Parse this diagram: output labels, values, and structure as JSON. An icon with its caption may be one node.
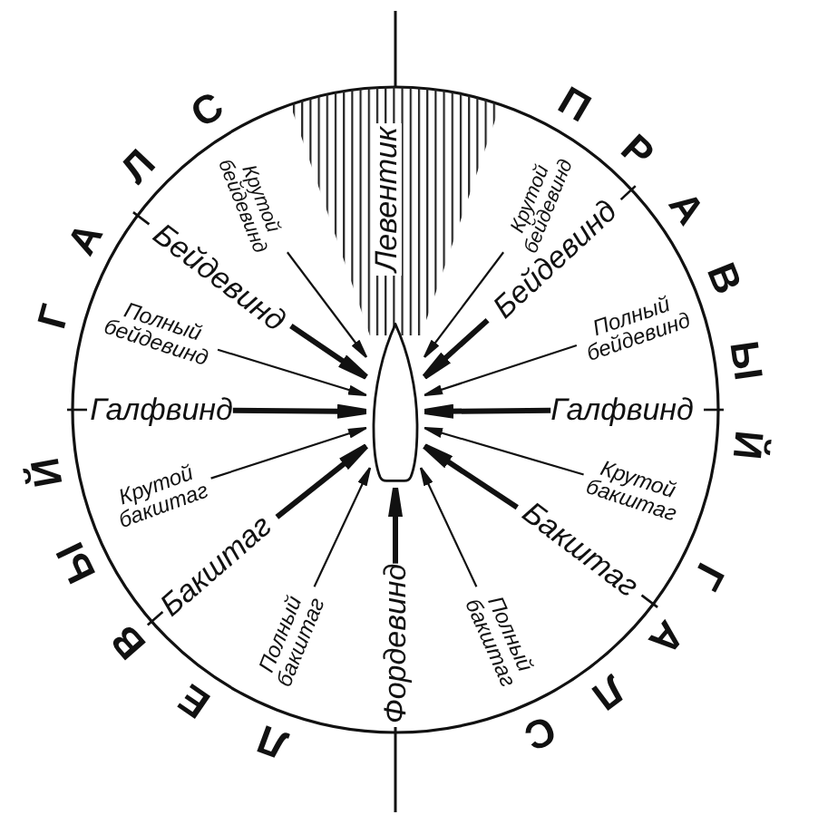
{
  "diagram": {
    "nodes": [
      {
        "text": [
          "Левентик"
        ]
      },
      {
        "text": [
          "Крутой бейдевинд"
        ]
      },
      {
        "text": [
          "Крутой бейдевинд"
        ]
      },
      {
        "text": [
          "Бейдевинд"
        ]
      },
      {
        "text": [
          "Бейдевинд"
        ]
      },
      {
        "text": [
          "Полный бейдевинд"
        ]
      },
      {
        "text": [
          "Полный бейдевинд"
        ]
      },
      {
        "text": [
          "Галфвинд"
        ]
      },
      {
        "text": [],
        "shape": "boat"
      },
      {
        "text": [
          "Галфвинд"
        ]
      },
      {
        "text": [
          "Крутой бакштаг"
        ]
      },
      {
        "text": [
          "Крутой бакштаг"
        ]
      },
      {
        "text": [
          "Бакштаг"
        ]
      },
      {
        "text": [
          "Бакштаг"
        ]
      },
      {
        "text": [
          "Полный бакштаг"
        ]
      },
      {
        "text": [
          "Фордевинд"
        ]
      },
      {
        "text": [
          "Полный бакштаг"
        ]
      }
    ],
    "edges": [
      {
        "from": 1,
        "to": 8,
        "arrow": "to"
      },
      {
        "from": 2,
        "to": 8,
        "arrow": "to"
      },
      {
        "from": 3,
        "to": 8,
        "arrow": "to",
        "style": "thick"
      },
      {
        "from": 4,
        "to": 8,
        "arrow": "to",
        "style": "thick"
      },
      {
        "from": 5,
        "to": 8,
        "arrow": "to"
      },
      {
        "from": 6,
        "to": 8,
        "arrow": "to"
      },
      {
        "from": 7,
        "to": 8,
        "arrow": "to",
        "style": "thick"
      },
      {
        "from": 9,
        "to": 8,
        "arrow": "to",
        "style": "thick"
      },
      {
        "from": 10,
        "to": 8,
        "arrow": "to"
      },
      {
        "from": 11,
        "to": 8,
        "arrow": "to"
      },
      {
        "from": 12,
        "to": 8,
        "arrow": "to",
        "style": "thick"
      },
      {
        "from": 13,
        "to": 8,
        "arrow": "to",
        "style": "thick"
      },
      {
        "from": 14,
        "to": 8,
        "arrow": "to"
      },
      {
        "from": 15,
        "to": 8,
        "arrow": "to",
        "style": "thick"
      },
      {
        "from": 16,
        "to": 8,
        "arrow": "to"
      }
    ],
    "labels": [
      "ЛЕВЫЙ ГАЛС",
      "ПРАВЫЙ ГАЛС"
    ]
  }
}
